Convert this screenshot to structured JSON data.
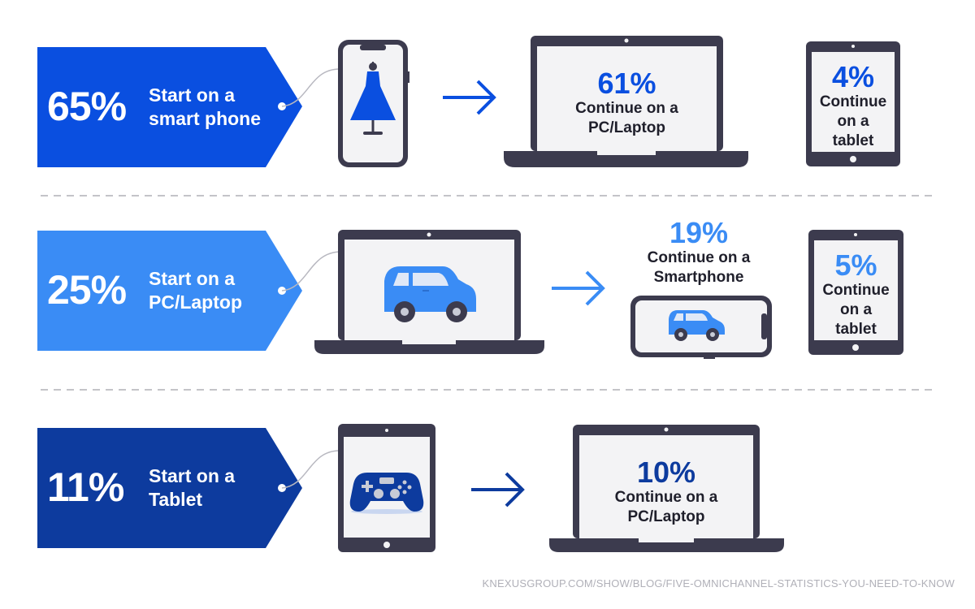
{
  "colors": {
    "row1_tag": "#0a4fe0",
    "row2_tag": "#3a8cf5",
    "row3_tag": "#0d3b9e",
    "device_frame": "#3c3b4e",
    "screen": "#f3f3f5",
    "row1_accent": "#0a4fe0",
    "row2_accent": "#3a8cf5",
    "row3_accent": "#0d3b9e"
  },
  "rows": [
    {
      "start": {
        "percent": "65%",
        "label_line1": "Start on a",
        "label_line2": "smart phone",
        "device_icon": "dress-icon"
      },
      "primary": {
        "percent": "61%",
        "label_line1": "Continue on a",
        "label_line2": "PC/Laptop"
      },
      "secondary": {
        "percent": "4%",
        "label_line1": "Continue",
        "label_line2": "on a",
        "label_line3": "tablet"
      }
    },
    {
      "start": {
        "percent": "25%",
        "label_line1": "Start on a",
        "label_line2": "PC/Laptop",
        "device_icon": "car-icon"
      },
      "primary": {
        "percent": "19%",
        "label_line1": "Continue on a",
        "label_line2": "Smartphone"
      },
      "secondary": {
        "percent": "5%",
        "label_line1": "Continue",
        "label_line2": "on a",
        "label_line3": "tablet"
      }
    },
    {
      "start": {
        "percent": "11%",
        "label_line1": "Start on a",
        "label_line2": "Tablet",
        "device_icon": "gamepad-icon"
      },
      "primary": {
        "percent": "10%",
        "label_line1": "Continue on a",
        "label_line2": "PC/Laptop"
      }
    }
  ],
  "footer": {
    "source": "KNEXUSGROUP.COM/SHOW/BLOG/FIVE-OMNICHANNEL-STATISTICS-YOU-NEED-TO-KNOW"
  }
}
